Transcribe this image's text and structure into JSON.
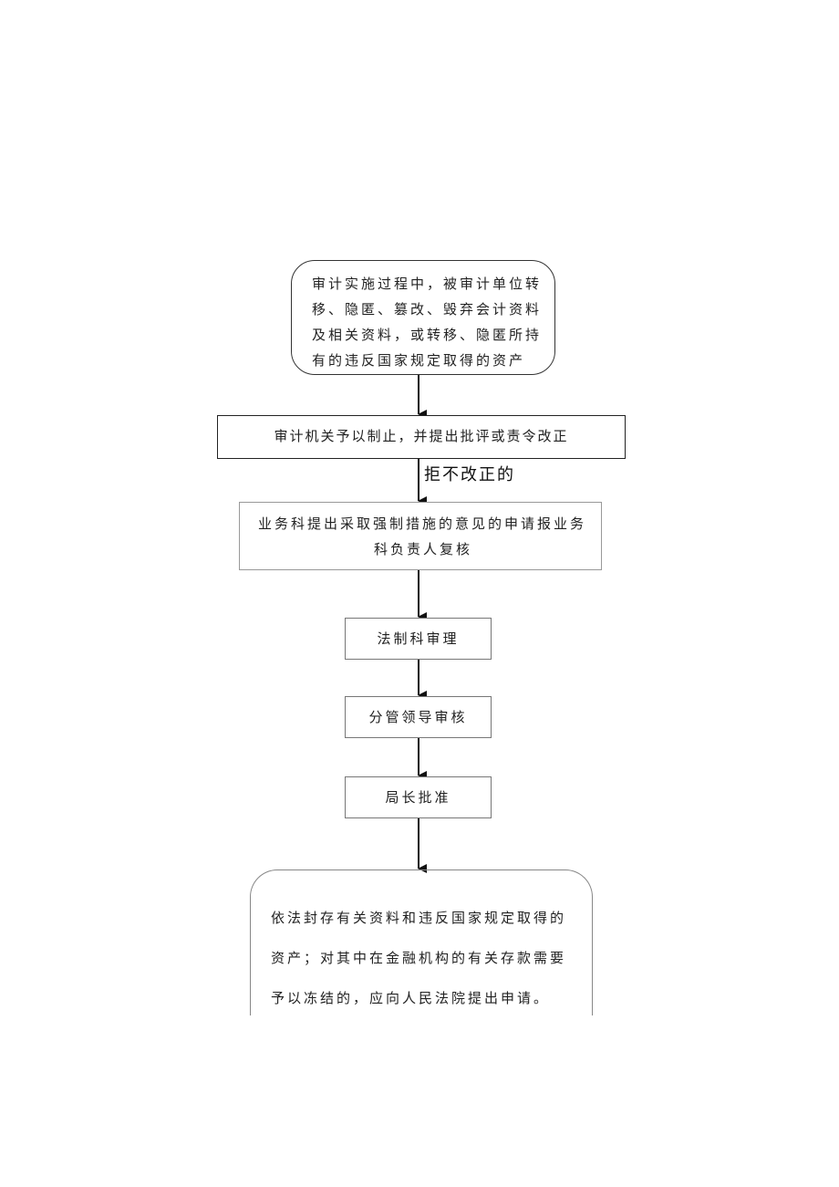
{
  "flowchart": {
    "start": {
      "lines": [
        "审计实施过程中，被审计单位转",
        "移、隐匿、篡改、毁弃会计资料",
        "及相关资料，或转移、隐匿所持",
        "有的违反国家规定取得的资产"
      ]
    },
    "stop_order": {
      "text": "审计机关予以制止，并提出批评或责令改正"
    },
    "refuse_label": "拒不改正的",
    "apply": {
      "lines": [
        "业务科提出采取强制措施的意见的申请报业务",
        "科负责人复核"
      ]
    },
    "legal_review": {
      "text": "法制科审理"
    },
    "leader_review": {
      "text": "分管领导审核"
    },
    "director_approve": {
      "text": "局长批准"
    },
    "final_action": {
      "lines": [
        "依法封存有关资料和违反国家规定取得的",
        "资产；对其中在金融机构的有关存款需要",
        "予以冻结的，应向人民法院提出申请。"
      ]
    }
  }
}
